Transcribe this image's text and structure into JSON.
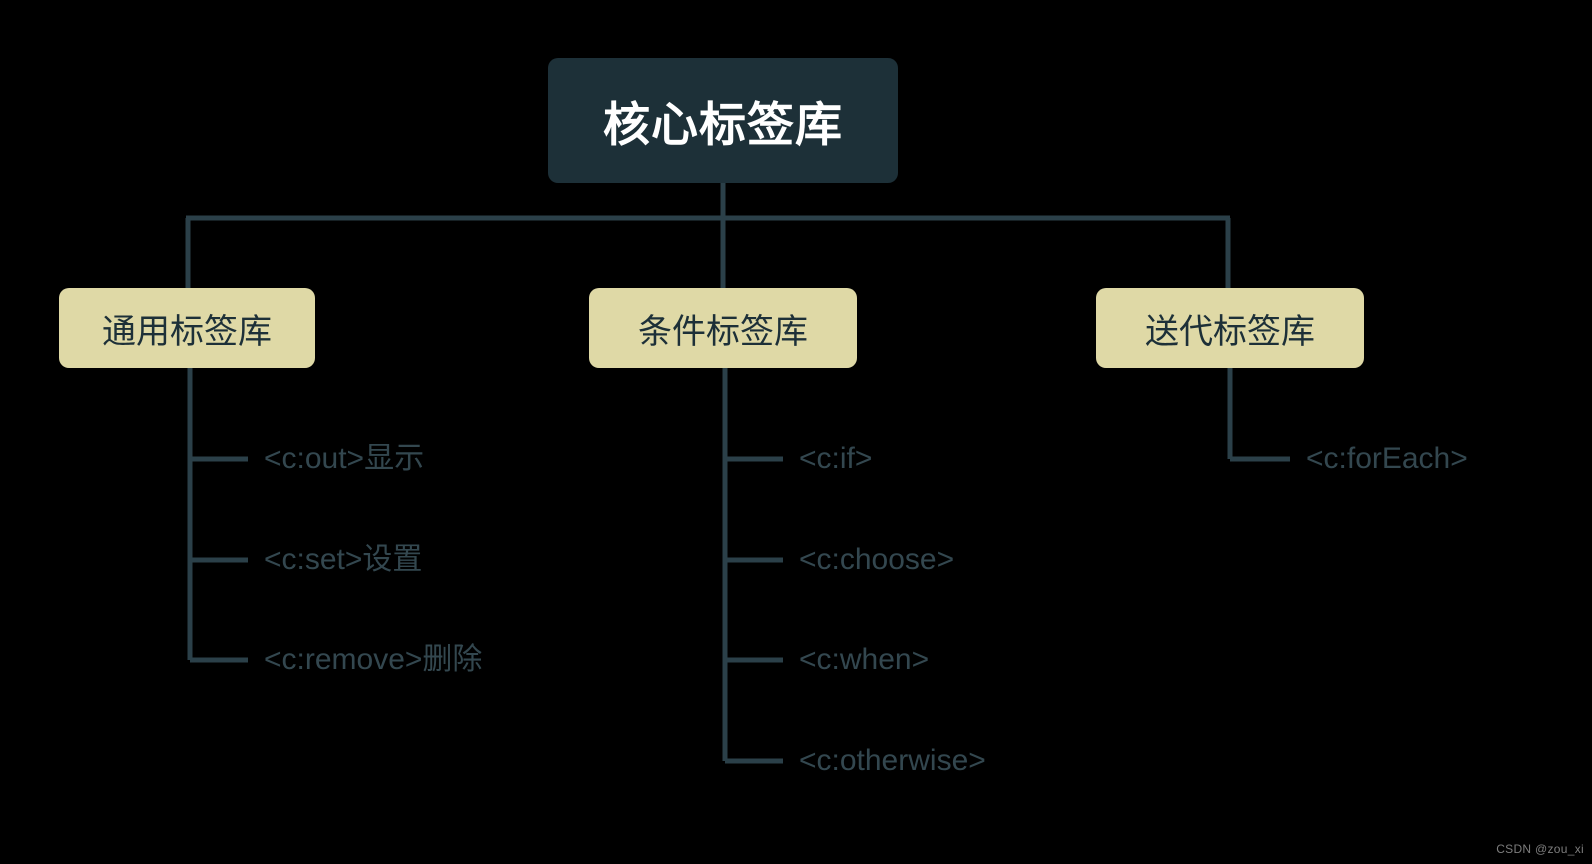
{
  "diagram": {
    "type": "tree",
    "title": "核心标签库",
    "background_color": "#000000",
    "root": {
      "label": "核心标签库",
      "fill": "#1d3038",
      "text_color": "#ffffff"
    },
    "branch_fill": "#dfd9a6",
    "branch_text_color": "#1d3038",
    "leaf_text_color": "#33474f",
    "edge_color": "#2b4049",
    "branches": [
      {
        "label": "通用标签库",
        "leaves": [
          {
            "label": "<c:out>显示"
          },
          {
            "label": "<c:set>设置"
          },
          {
            "label": "<c:remove>删除"
          }
        ]
      },
      {
        "label": "条件标签库",
        "leaves": [
          {
            "label": "<c:if>"
          },
          {
            "label": "<c:choose>"
          },
          {
            "label": "<c:when>"
          },
          {
            "label": "<c:otherwise>"
          }
        ]
      },
      {
        "label": "送代标签库",
        "leaves": [
          {
            "label": "<c:forEach>"
          }
        ]
      }
    ]
  },
  "watermark": {
    "text": "CSDN @zou_xi"
  }
}
